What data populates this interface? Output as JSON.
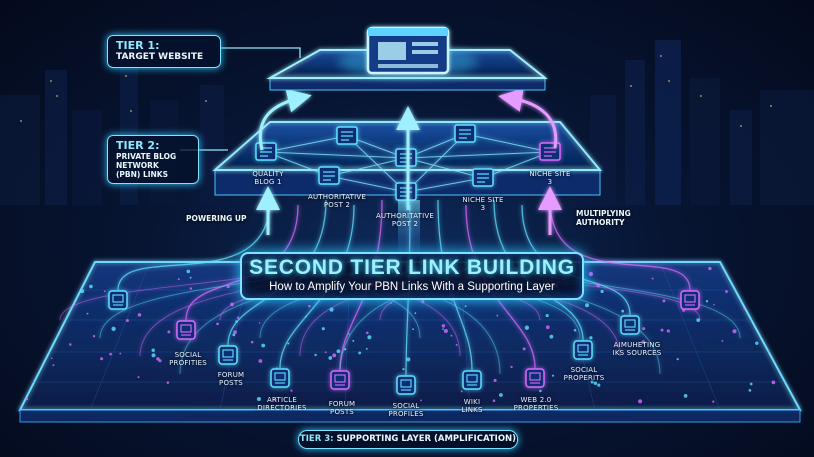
{
  "tier1": {
    "label": "TIER 1:",
    "subtitle": "TARGET WEBSITE"
  },
  "tier2": {
    "label": "TIER 2:",
    "subtitle_line1": "PRIVATE BLOG NETWORK",
    "subtitle_line2": "(PBN) LINKS"
  },
  "tier2_nodes": [
    {
      "line1": "QUALITY",
      "line2": "BLOG 1"
    },
    {
      "line1": "AUTHORITATIVE",
      "line2": "POST 2"
    },
    {
      "line1": "AUTHORITATIVE",
      "line2": "POST 2"
    },
    {
      "line1": "NICHE SITE",
      "line2": "3"
    },
    {
      "line1": "NICHE SITE",
      "line2": "3"
    }
  ],
  "side_labels": {
    "left": "POWERING UP",
    "right_line1": "MULTIPLYING",
    "right_line2": "AUTHORITY"
  },
  "title": {
    "main": "SECOND TIER LINK BUILDING",
    "sub": "How to Amplify Your PBN Links With a Supporting Layer"
  },
  "tier3_nodes": [
    {
      "line1": "SOCIAL",
      "line2": "PROFITIES"
    },
    {
      "line1": "FORUM",
      "line2": "POSTS"
    },
    {
      "line1": "ARTICLE",
      "line2": "DIRECTORIES"
    },
    {
      "line1": "FORUM",
      "line2": "POSTS"
    },
    {
      "line1": "SOCIAL",
      "line2": "PROFILES"
    },
    {
      "line1": "WIKI",
      "line2": "LINKS"
    },
    {
      "line1": "WEB 2.0",
      "line2": "PROPERTIES"
    },
    {
      "line1": "SOCIAL",
      "line2": "PROPERITS"
    },
    {
      "line1": "AIMUHETING",
      "line2": "IKS SOURCES"
    }
  ],
  "tier3": {
    "label": "TIER 3:",
    "rest": "SUPPORTING LAYER (AMPLIFICATION)"
  },
  "colors": {
    "cyan": "#5fe0ff",
    "magenta": "#d86bff",
    "blue": "#2f8cff",
    "background": "#050b1f"
  }
}
